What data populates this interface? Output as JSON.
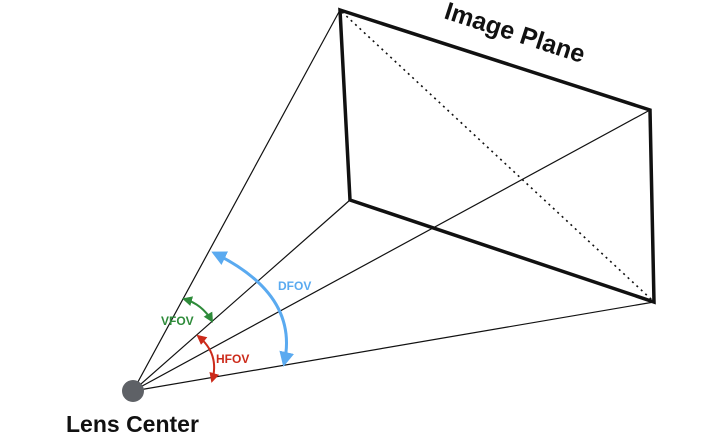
{
  "labels": {
    "image_plane": "Image Plane",
    "lens_center": "Lens Center",
    "dfov": "DFOV",
    "vfov": "VFOV",
    "hfov": "HFOV"
  },
  "colors": {
    "dfov": "#5aaaf0",
    "vfov": "#2e8b3a",
    "hfov": "#cc2a1a",
    "lens": "#5e6166",
    "lines": "#111111"
  }
}
